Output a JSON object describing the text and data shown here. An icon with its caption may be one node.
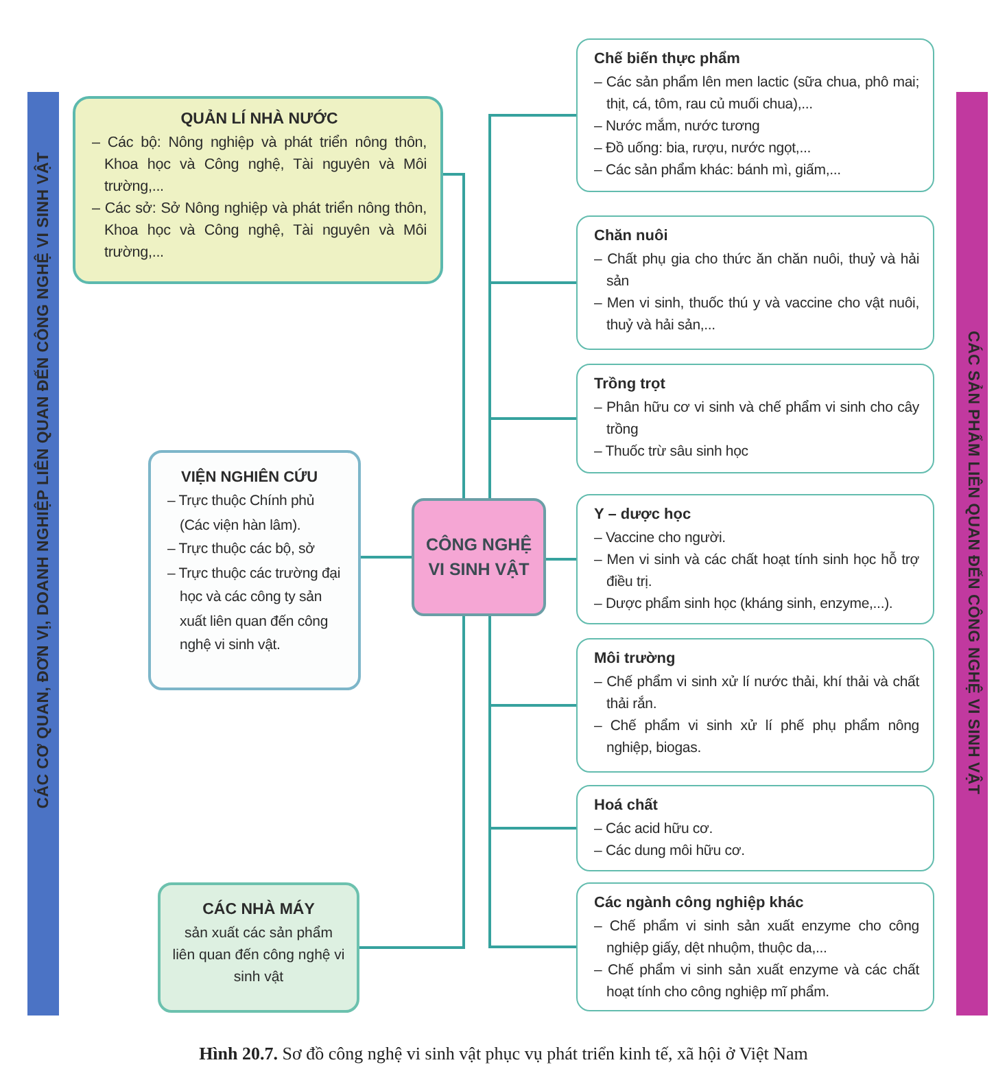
{
  "diagram": {
    "caption": "**Hình 20.7.** Sơ đồ công nghệ vi sinh vật phục vụ phát triển kinh tế, xã hội ở Việt Nam",
    "nodes": [
      {
        "text": [
          "CÁC CƠ QUAN, ĐƠN VỊ, DOANH NGHIỆP LIÊN QUAN ĐẾN CÔNG NGHỆ VI SINH VẬT"
        ]
      },
      {
        "text": [
          "QUẢN LÍ NHÀ NƯỚC",
          "– Các bộ: Nông nghiệp và phát triển nông thôn, Khoa học và Công nghệ, Tài nguyên và Môi trường,...",
          "– Các sở: Sở Nông nghiệp và phát triển nông thôn, Khoa học và Công nghệ, Tài nguyên và Môi trường,..."
        ]
      },
      {
        "text": [
          "VIỆN NGHIÊN CỨU",
          "– Trực thuộc Chính phủ (Các viện hàn lâm).",
          "– Trực thuộc các bộ, sở",
          "– Trực thuộc các trường đại học và các công ty sản xuất liên quan đến công nghệ vi sinh vật."
        ]
      },
      {
        "text": [
          "CÁC NHÀ MÁY",
          "sản xuất các sản phẩm liên quan đến công nghệ vi sinh vật"
        ]
      },
      {
        "text": [
          "CÔNG NGHỆ VI SINH VẬT"
        ]
      },
      {
        "text": [
          "Chế biến thực phẩm",
          "– Các sản phẩm lên men lactic (sữa chua, phô mai; thịt, cá, tôm, rau củ muối chua),...",
          "– Nước mắm, nước tương",
          "– Đồ uống: bia, rượu, nước ngọt,...",
          "– Các sản phẩm khác: bánh mì, giấm,..."
        ]
      },
      {
        "text": [
          "Chăn nuôi",
          "– Chất phụ gia cho thức ăn chăn nuôi, thuỷ và hải sản",
          "– Men vi sinh, thuốc thú y và vaccine cho vật nuôi, thuỷ và hải sản,..."
        ]
      },
      {
        "text": [
          "Trồng trọt",
          "– Phân hữu cơ vi sinh và chế phẩm vi sinh cho cây trồng",
          "– Thuốc trừ sâu sinh học"
        ]
      },
      {
        "text": [
          "Y – dược học",
          "– Vaccine cho người.",
          "– Men vi sinh và các chất hoạt tính sinh học hỗ trợ điều trị.",
          "– Dược phẩm sinh học (kháng sinh, enzyme,...)."
        ]
      },
      {
        "text": [
          "Môi trường",
          "– Chế phẩm vi sinh xử lí nước thải, khí thải và chất thải rắn.",
          "– Chế phẩm vi sinh xử lí phế phụ phẩm nông nghiệp, biogas."
        ]
      },
      {
        "text": [
          "Hoá chất",
          "– Các acid hữu cơ.",
          "– Các dung môi hữu cơ."
        ]
      },
      {
        "text": [
          "Các ngành công nghiệp khác",
          "– Chế phẩm vi sinh sản xuất enzyme cho công nghiệp giấy, dệt nhuộm, thuộc da,...",
          "– Chế phẩm vi sinh sản xuất enzyme và các chất hoạt tính cho công nghiệp mĩ phẩm."
        ]
      },
      {
        "text": [
          "CÁC SẢN PHẨM LIÊN QUAN ĐẾN CÔNG NGHỆ VI SINH VẬT"
        ]
      }
    ],
    "edges": [
      {
        "from": 4,
        "to": 1,
        "arrow": "none"
      },
      {
        "from": 4,
        "to": 2,
        "arrow": "none"
      },
      {
        "from": 4,
        "to": 3,
        "arrow": "none"
      },
      {
        "from": 4,
        "to": 5,
        "arrow": "none"
      },
      {
        "from": 4,
        "to": 6,
        "arrow": "none"
      },
      {
        "from": 4,
        "to": 7,
        "arrow": "none"
      },
      {
        "from": 4,
        "to": 8,
        "arrow": "none"
      },
      {
        "from": 4,
        "to": 9,
        "arrow": "none"
      },
      {
        "from": 4,
        "to": 10,
        "arrow": "none"
      },
      {
        "from": 4,
        "to": 11,
        "arrow": "none"
      }
    ]
  }
}
